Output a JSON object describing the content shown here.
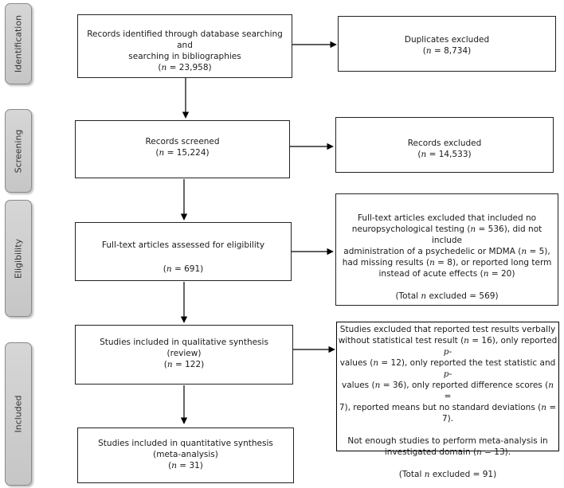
{
  "phases": {
    "identification": "Identification",
    "screening": "Screening",
    "eligibility": "Eligibility",
    "included": "Included"
  },
  "boxes": {
    "records_identified": {
      "line1": "Records identified through database searching and",
      "line2": "searching in bibliographies",
      "count": " = 23,958)"
    },
    "duplicates_excluded": {
      "label": "Duplicates excluded",
      "count": " = 8,734)"
    },
    "records_screened": {
      "label": "Records screened",
      "count": " = 15,224)"
    },
    "records_excluded": {
      "label": "Records excluded",
      "count": " = 14,533)"
    },
    "fulltext_assessed": {
      "label": "Full-text articles assessed for eligibility",
      "count": " = 691)"
    },
    "fulltext_excluded": {
      "line1": "Full-text articles excluded that included no",
      "line2a": "neuropsychological testing (",
      "line2b": " = 536), did not include",
      "line3a": "administration of a psychedelic or MDMA (",
      "line3b": " = 5),",
      "line4a": "had missing results (",
      "line4b": " = 8), or reported long term",
      "line5a": "instead of acute effects (",
      "line5b": " = 20)",
      "total_a": "(Total ",
      "total_b": " excluded = 569)"
    },
    "qualitative": {
      "line1": "Studies included in qualitative synthesis",
      "line2": "(review)",
      "count": " = 122)"
    },
    "studies_excluded": {
      "l1": "Studies excluded that reported test results verbally",
      "l2a": "without statistical test result (",
      "l2b": " = 16), only reported ",
      "l2c": "p",
      "l2d": "-",
      "l3a": "values (",
      "l3b": " = 12), only reported the test statistic and  ",
      "l3c": "p",
      "l3d": "-",
      "l4a": "values (",
      "l4b": " = 36), only reported difference scores (",
      "l4c": " =",
      "l5a": "7), reported means but no standard deviations (",
      "l5b": " = 7).",
      "l6": "Not enough studies to perform meta-analysis in",
      "l7a": "investigated domain (",
      "l7b": " = 13).",
      "total_a": "(Total ",
      "total_b": " excluded = 91)"
    },
    "quantitative": {
      "line1": "Studies included in quantitative synthesis",
      "line2": "(meta-analysis)",
      "count": " = 31)"
    },
    "n_symbol": "n",
    "open_paren": "("
  }
}
